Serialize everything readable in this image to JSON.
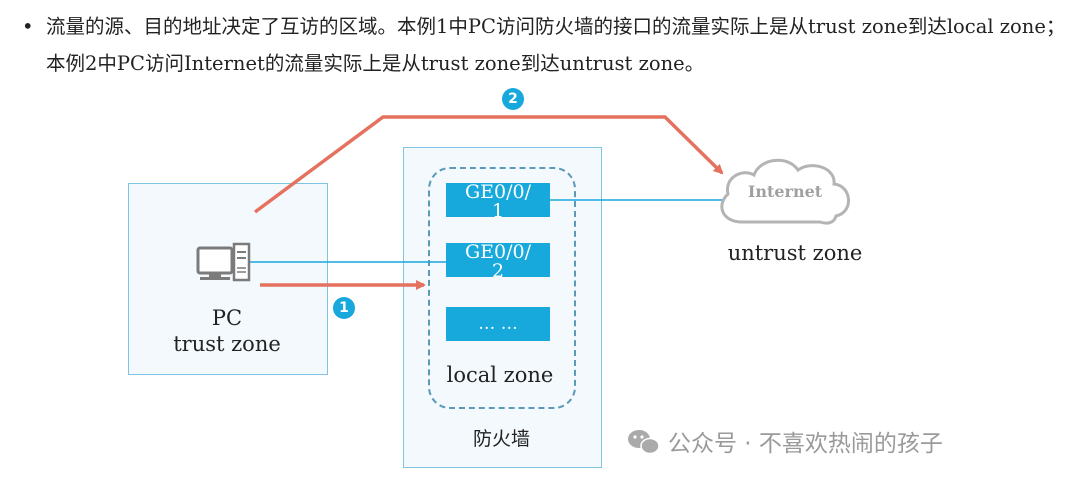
{
  "note": {
    "bullet": "•",
    "text": "流量的源、目的地址决定了互访的区域。本例1中PC访问防火墙的接口的流量实际上是从trust zone到达local zone；本例2中PC访问Internet的流量实际上是从trust zone到达untrust zone。"
  },
  "pc": {
    "name": "PC",
    "zone": "trust zone"
  },
  "firewall": {
    "label": "防火墙",
    "local_zone_label": "local zone",
    "interfaces": [
      {
        "line1": "GE0/0/",
        "line2": "1"
      },
      {
        "line1": "GE0/0/",
        "line2": "2"
      },
      {
        "line1": "… …",
        "line2": ""
      }
    ]
  },
  "internet": {
    "cloud_label": "Internet",
    "zone": "untrust zone"
  },
  "badges": {
    "flow1": "1",
    "flow2": "2"
  },
  "watermark": "公众号 · 不喜欢热闹的孩子",
  "colors": {
    "accent_blue": "#17a8dc",
    "flow_red": "#e5715f",
    "zone_border": "#7fc4e2"
  }
}
